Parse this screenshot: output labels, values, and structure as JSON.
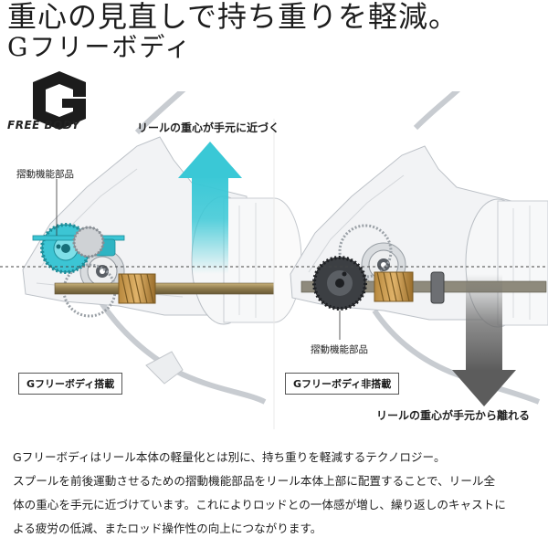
{
  "headline": {
    "line1": "重心の見直しで持ち重りを軽減。",
    "line2": "Gフリーボディ"
  },
  "logo": {
    "text": "FREE BODY",
    "icon": "g-logo-icon"
  },
  "left_panel": {
    "part_label": "摺動機能部品",
    "arrow_label": "リールの重心が手元に近づく",
    "tag": "Gフリーボディ搭載",
    "arrow_color": "#39c8d6"
  },
  "right_panel": {
    "part_label": "摺動機能部品",
    "arrow_label": "リールの重心が手元から離れる",
    "tag": "Gフリーボディ非搭載",
    "arrow_color": "#6e6e6e"
  },
  "description": {
    "line1": "Gフリーボディはリール本体の軽量化とは別に、持ち重りを軽減するテクノロジー。",
    "line2": "スプールを前後運動させるための摺動機能部品をリール本体上部に配置することで、リール全",
    "line3": "体の重心を手元に近づけています。これによりロッドとの一体感が増し、繰り返しのキャストに",
    "line4": "よる疲労の低減、またロッド操作性の向上につながります。"
  }
}
